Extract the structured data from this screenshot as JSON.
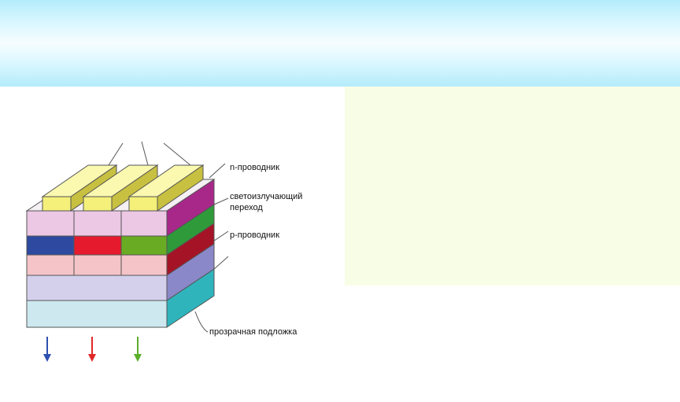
{
  "diagram": {
    "labels": {
      "n_conductor": "n-проводник",
      "emitting_junction_line1": "светоизлучающий",
      "emitting_junction_line2": "переход",
      "p_conductor": "p-проводник",
      "transparent_substrate": "прозрачная подложка"
    },
    "colors": {
      "header_gradient_edge": "#b4ecfb",
      "note_panel": "#f8fde6",
      "electrode": "#f4f07a",
      "blue_emission": "#2d4aa0",
      "red_emission": "#e51a2c",
      "green_emission": "#6aab24"
    },
    "arrows": [
      {
        "name": "blue-light-arrow",
        "color": "#3050b0"
      },
      {
        "name": "red-light-arrow",
        "color": "#e02828"
      },
      {
        "name": "green-light-arrow",
        "color": "#5aae2a"
      }
    ]
  }
}
